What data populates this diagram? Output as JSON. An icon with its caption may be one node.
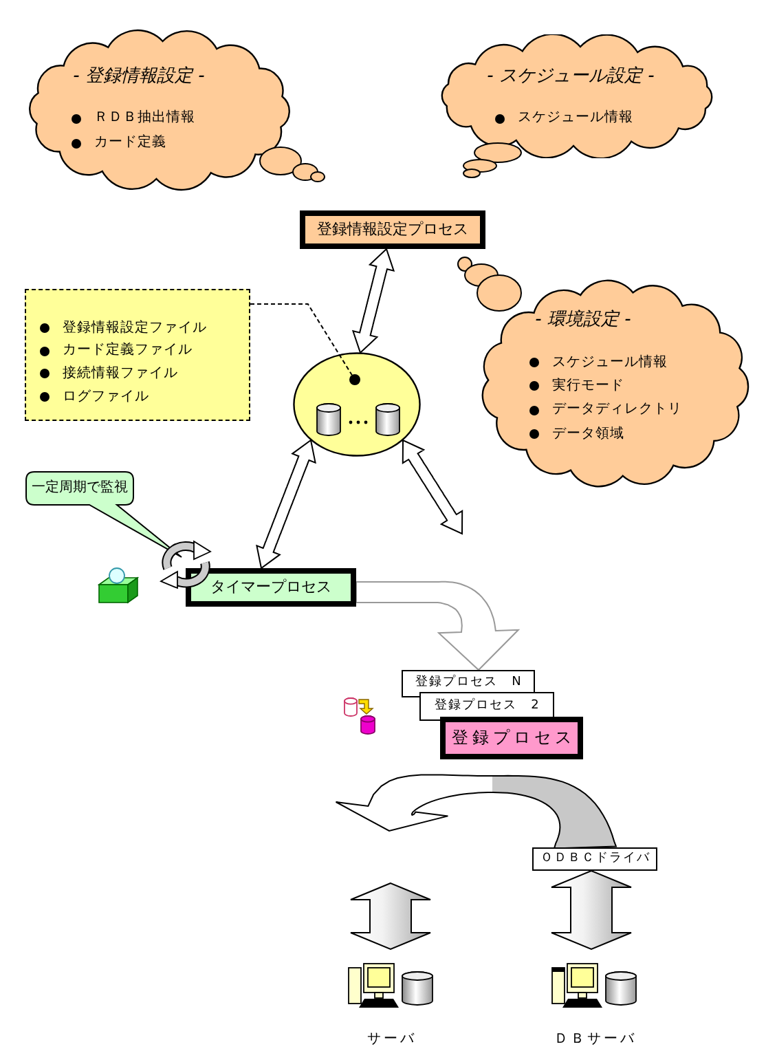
{
  "diagram": {
    "nodes": [
      {
        "text": [
          "- 登録情報設定 -",
          "ＲＤＢ抽出情報",
          "カード定義"
        ]
      },
      {
        "text": [
          "- スケジュール設定 -",
          "スケジュール情報"
        ]
      },
      {
        "text": [
          "登録情報設定プロセス"
        ]
      },
      {
        "text": [
          "登録情報設定ファイル",
          "カード定義ファイル",
          "接続情報ファイル",
          "ログファイル"
        ]
      },
      {
        "text": [
          "- 環境設定 -",
          "スケジュール情報",
          "実行モード",
          "データディレクトリ",
          "データ領域"
        ]
      },
      {
        "text": [],
        "shape": "circle"
      },
      {
        "text": [],
        "shape": "circle",
        "in": 5
      },
      {
        "text": [
          "一定周期で監視"
        ]
      },
      {
        "text": [
          "タイマープロセス"
        ]
      },
      {
        "text": [
          "登録プロセス　N"
        ]
      },
      {
        "text": [
          "登録プロセス　2"
        ]
      },
      {
        "text": [
          "登録プロセス"
        ]
      },
      {
        "text": [
          "ＯＤＢＣドライバ"
        ]
      },
      {
        "text": [
          "サーバ"
        ]
      },
      {
        "text": [
          "ＤＢサーバ"
        ]
      }
    ],
    "edges": [
      {
        "from": 2,
        "to": 5,
        "arrow": "both"
      },
      {
        "from": 3,
        "to": 6,
        "arrow": "none",
        "style": "dashed"
      },
      {
        "from": 5,
        "to": 8,
        "arrow": "both"
      },
      {
        "from": 5,
        "to": null,
        "arrow": "both"
      },
      {
        "from": 8,
        "to": 9,
        "arrow": "to",
        "color": "#999999"
      },
      {
        "from": 12,
        "to": null,
        "arrow": "to"
      },
      {
        "from": null,
        "to": 13,
        "arrow": "both"
      },
      {
        "from": 12,
        "to": 14,
        "arrow": "both"
      }
    ]
  }
}
